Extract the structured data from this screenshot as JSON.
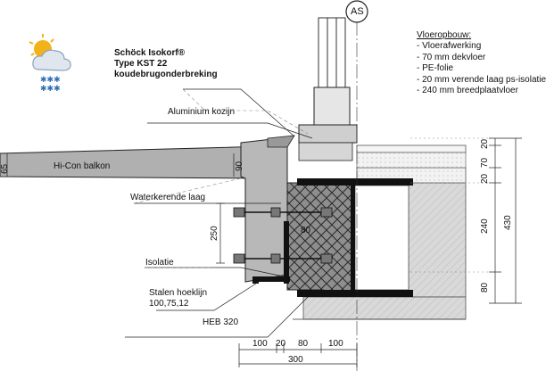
{
  "axis_marker": "AS",
  "product": {
    "line1": "Schöck Isokorf®",
    "line2": "Type KST 22",
    "line3": "koudebrugonderbreking"
  },
  "labels": {
    "aluminium": "Aluminium kozijn",
    "balkon": "Hi-Con balkon",
    "waterkerend": "Waterkerende laag",
    "isolatie": "Isolatie",
    "hoeklijn_1": "Stalen hoeklijn",
    "hoeklijn_2": "100,75,12",
    "heb": "HEB 320"
  },
  "floor_build": {
    "title": "Vloeropbouw:",
    "items": [
      "- Vloerafwerking",
      "- 70 mm dekvloer",
      "- PE-folie",
      "- 20 mm verende laag ps-isolatie",
      "- 240 mm breedplaatvloer"
    ]
  },
  "dimensions": {
    "d65": "65",
    "d90": "90",
    "d250": "250",
    "d80_center": "80",
    "right_20a": "20",
    "right_70": "70",
    "right_20b": "20",
    "right_240": "240",
    "right_80": "80",
    "right_430": "430",
    "bottom_100a": "100",
    "bottom_20": "20",
    "bottom_80": "80",
    "bottom_100b": "100",
    "bottom_300": "300"
  },
  "icon": "snow-cloud-sun-icon"
}
